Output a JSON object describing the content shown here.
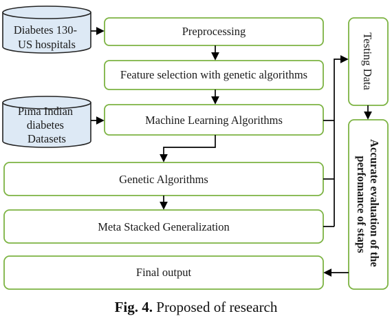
{
  "nodes": {
    "diabetes_db": [
      "Diabetes 130-",
      "US hospitals"
    ],
    "pima_db": [
      "Pima Indian",
      "diabetes",
      "Datasets"
    ],
    "preprocessing": "Preprocessing",
    "feature_selection": "Feature selection with genetic algorithms",
    "ml_algorithms": "Machine Learning Algorithms",
    "genetic_algorithms": "Genetic Algorithms",
    "meta_stacked": "Meta Stacked Generalization",
    "final_output": "Final output",
    "testing_data": "Testing Data",
    "evaluation": [
      "Accurate evaluation of the",
      "perfomance of staps"
    ]
  },
  "caption": {
    "prefix": "Fig. 4.",
    "text": "Proposed of research"
  },
  "colors": {
    "box_border": "#7cb342",
    "db_fill": "#dde9f5",
    "db_stroke": "#222222",
    "arrow": "#000000"
  }
}
